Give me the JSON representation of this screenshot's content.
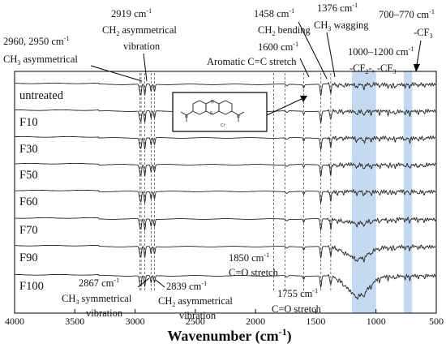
{
  "chart_data": {
    "type": "line",
    "xlabel": "Wavenumber (cm-1)",
    "xlabel_main": "Wavenumber (cm",
    "xlabel_sup": "-1",
    "xlabel_end": ")",
    "xlim": [
      4000,
      500
    ],
    "x_reversed": true,
    "x_ticks": [
      "4000",
      "3500",
      "3000",
      "2500",
      "2000",
      "1500",
      "1000",
      "500"
    ],
    "series": [
      {
        "name": "untreated"
      },
      {
        "name": "F10"
      },
      {
        "name": "F30"
      },
      {
        "name": "F50"
      },
      {
        "name": "F60"
      },
      {
        "name": "F70"
      },
      {
        "name": "F90"
      },
      {
        "name": "F100"
      }
    ],
    "shaded_regions": [
      {
        "x_range": [
          1200,
          1000
        ],
        "color": "#c5d9f1"
      },
      {
        "x_range": [
          770,
          700
        ],
        "color": "#c5d9f1"
      }
    ],
    "reference_lines_x": [
      2960,
      2950,
      2919,
      2867,
      2839,
      1850,
      1755,
      1600,
      1458,
      1376
    ],
    "annotations": {
      "a1": {
        "l1": "2960, 2950 cm",
        "l1_sup": "-1",
        "l2": "CH",
        "l2_sub": "3",
        "l2_rest": " asymmetrical"
      },
      "a2": {
        "l1": "2919 cm",
        "l1_sup": "-1",
        "l2": "CH",
        "l2_sub": "2",
        "l2_rest": " asymmetrical",
        "l3": "vibration"
      },
      "a3": {
        "l1": "1458 cm",
        "l1_sup": "-1",
        "l2": "CH",
        "l2_sub": "2",
        "l2_rest": " bending",
        "l3": "1600 cm",
        "l3_sup": "-1",
        "l4": "Aromatic C=C stretch"
      },
      "a4": {
        "l1": "1376 cm",
        "l1_sup": "-1",
        "l2": "CH",
        "l2_sub": "3",
        "l2_rest": " wagging"
      },
      "a5": {
        "l1": "1000–1200 cm",
        "l1_sup": "-1",
        "l2a": "-CF",
        "l2a_sub": "2",
        "l2b": "-, -CF",
        "l2b_sub": "3"
      },
      "a6": {
        "l1": "700–770 cm",
        "l1_sup": "-1",
        "l2": "-CF",
        "l2_sub": "3"
      },
      "a7": {
        "l1": "1850 cm",
        "l1_sup": "-1",
        "l2": "C=O stretch"
      },
      "a8": {
        "l1": "2867 cm",
        "l1_sup": "-1",
        "l2": "CH",
        "l2_sub": "3",
        "l2_rest": " symmetrical",
        "l3": "vibration"
      },
      "a9": {
        "l1": "2839 cm",
        "l1_sup": "-1",
        "l2": "CH",
        "l2_sub": "2",
        "l2_rest": " asymmetrical",
        "l3": "vibration"
      },
      "a10": {
        "l1": "1755 cm",
        "l1_sup": "-1",
        "l2": "C=O stretch"
      }
    },
    "inset_label": "Cl⁻"
  }
}
